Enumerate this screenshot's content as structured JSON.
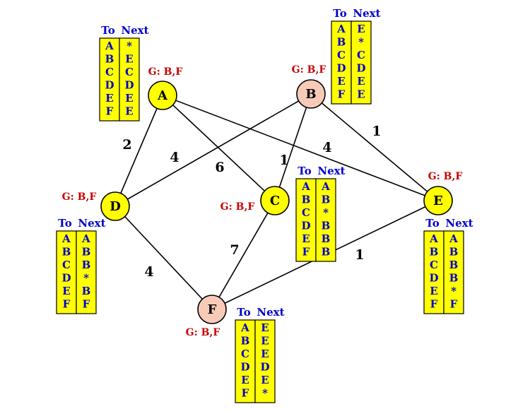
{
  "colors": {
    "yellow": "#ffff00",
    "peach": "#f8cbb8",
    "group_text": "#cc0000",
    "table_text": "#0000cc"
  },
  "nodes": [
    {
      "id": "A",
      "fill": "yellow",
      "group_label": "G: B,F"
    },
    {
      "id": "B",
      "fill": "peach",
      "group_label": "G: B,F"
    },
    {
      "id": "C",
      "fill": "yellow",
      "group_label": "G: B,F"
    },
    {
      "id": "D",
      "fill": "yellow",
      "group_label": "G: B,F"
    },
    {
      "id": "E",
      "fill": "yellow",
      "group_label": "G: B,F"
    },
    {
      "id": "F",
      "fill": "peach",
      "group_label": "G: B,F"
    }
  ],
  "edges": [
    {
      "from": "A",
      "to": "D",
      "weight": "2"
    },
    {
      "from": "A",
      "to": "C",
      "weight": "6"
    },
    {
      "from": "A",
      "to": "E",
      "weight": "4"
    },
    {
      "from": "B",
      "to": "D",
      "weight": "4"
    },
    {
      "from": "B",
      "to": "C",
      "weight": "1"
    },
    {
      "from": "B",
      "to": "E",
      "weight": "1"
    },
    {
      "from": "C",
      "to": "F",
      "weight": "7"
    },
    {
      "from": "D",
      "to": "F",
      "weight": "4"
    },
    {
      "from": "E",
      "to": "F",
      "weight": "1"
    }
  ],
  "table_headers": {
    "to": "To",
    "next": "Next"
  },
  "tables": {
    "A": {
      "to": [
        "A",
        "B",
        "C",
        "D",
        "E",
        "F"
      ],
      "next": [
        "*",
        "E",
        "C",
        "D",
        "E",
        "E"
      ]
    },
    "B": {
      "to": [
        "A",
        "B",
        "C",
        "D",
        "E",
        "F"
      ],
      "next": [
        "E",
        "*",
        "C",
        "D",
        "E",
        "E"
      ]
    },
    "C": {
      "to": [
        "A",
        "B",
        "C",
        "D",
        "E",
        "F"
      ],
      "next": [
        "A",
        "B",
        "*",
        "B",
        "B",
        "B"
      ]
    },
    "D": {
      "to": [
        "A",
        "B",
        "C",
        "D",
        "E",
        "F"
      ],
      "next": [
        "A",
        "B",
        "B",
        "*",
        "B",
        "F"
      ]
    },
    "E": {
      "to": [
        "A",
        "B",
        "C",
        "D",
        "E",
        "F"
      ],
      "next": [
        "A",
        "B",
        "B",
        "B",
        "*",
        "F"
      ]
    },
    "F": {
      "to": [
        "A",
        "B",
        "C",
        "D",
        "E",
        "F"
      ],
      "next": [
        "E",
        "E",
        "E",
        "D",
        "E",
        "*"
      ]
    }
  }
}
